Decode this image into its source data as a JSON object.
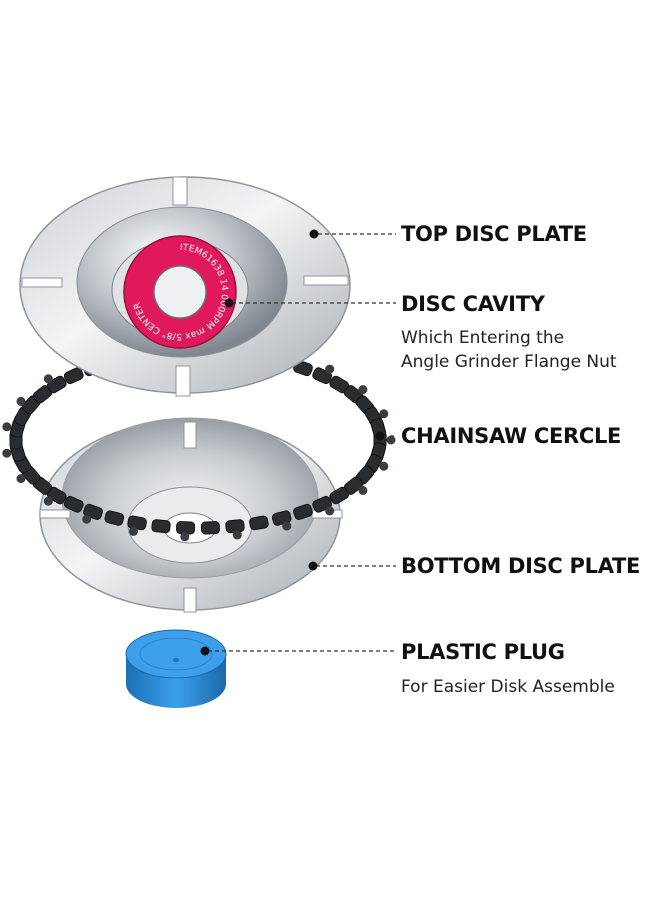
{
  "colors": {
    "metal_light": "#eef0f2",
    "metal_mid": "#b9bec4",
    "metal_dark": "#7d848b",
    "chain": "#2a2d30",
    "label_red": "#e0185c",
    "plug_blue": "#2f93e0",
    "leader_line": "#333333"
  },
  "parts": {
    "top_disc_plate": {
      "title": "TOP DISC PLATE"
    },
    "disc_cavity": {
      "title": "DISC CAVITY",
      "desc_line1": "Which Entering the",
      "desc_line2": "Angle Grinder Flange Nut",
      "stamp_text": "ITEM61638  14 000RPM max 5/8\" CENTER"
    },
    "chainsaw_cercle": {
      "title": "CHAINSAW CERCLE"
    },
    "bottom_disc_plate": {
      "title": "BOTTOM DISC PLATE"
    },
    "plastic_plug": {
      "title": "PLASTIC PLUG",
      "desc": "For Easier Disk Assemble"
    }
  }
}
